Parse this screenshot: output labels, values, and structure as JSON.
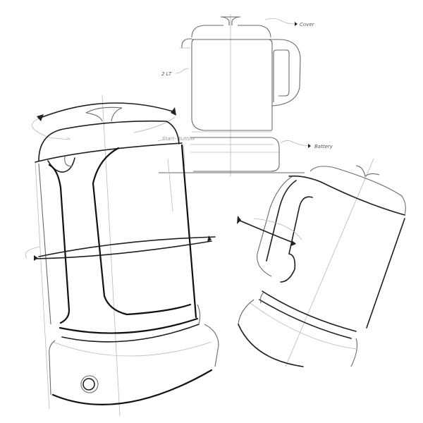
{
  "title": "Electric kettle concept sketch",
  "views": [
    {
      "id": "side-elevation",
      "description": "Orthographic side view with callouts"
    },
    {
      "id": "front-three-quarter",
      "description": "Perspective view with rotation arrows"
    },
    {
      "id": "tilted-three-quarter",
      "description": "Tilted perspective view showing handle"
    }
  ],
  "annotations": {
    "cover": "Cover",
    "capacity": "2 LT",
    "start_button": "Start- Button",
    "battery": "Battery"
  },
  "colors": {
    "background": "#ffffff",
    "ink_dark": "#1e1e1e",
    "ink_mid": "#6a6a6a",
    "ink_light": "#b8b8b8"
  }
}
